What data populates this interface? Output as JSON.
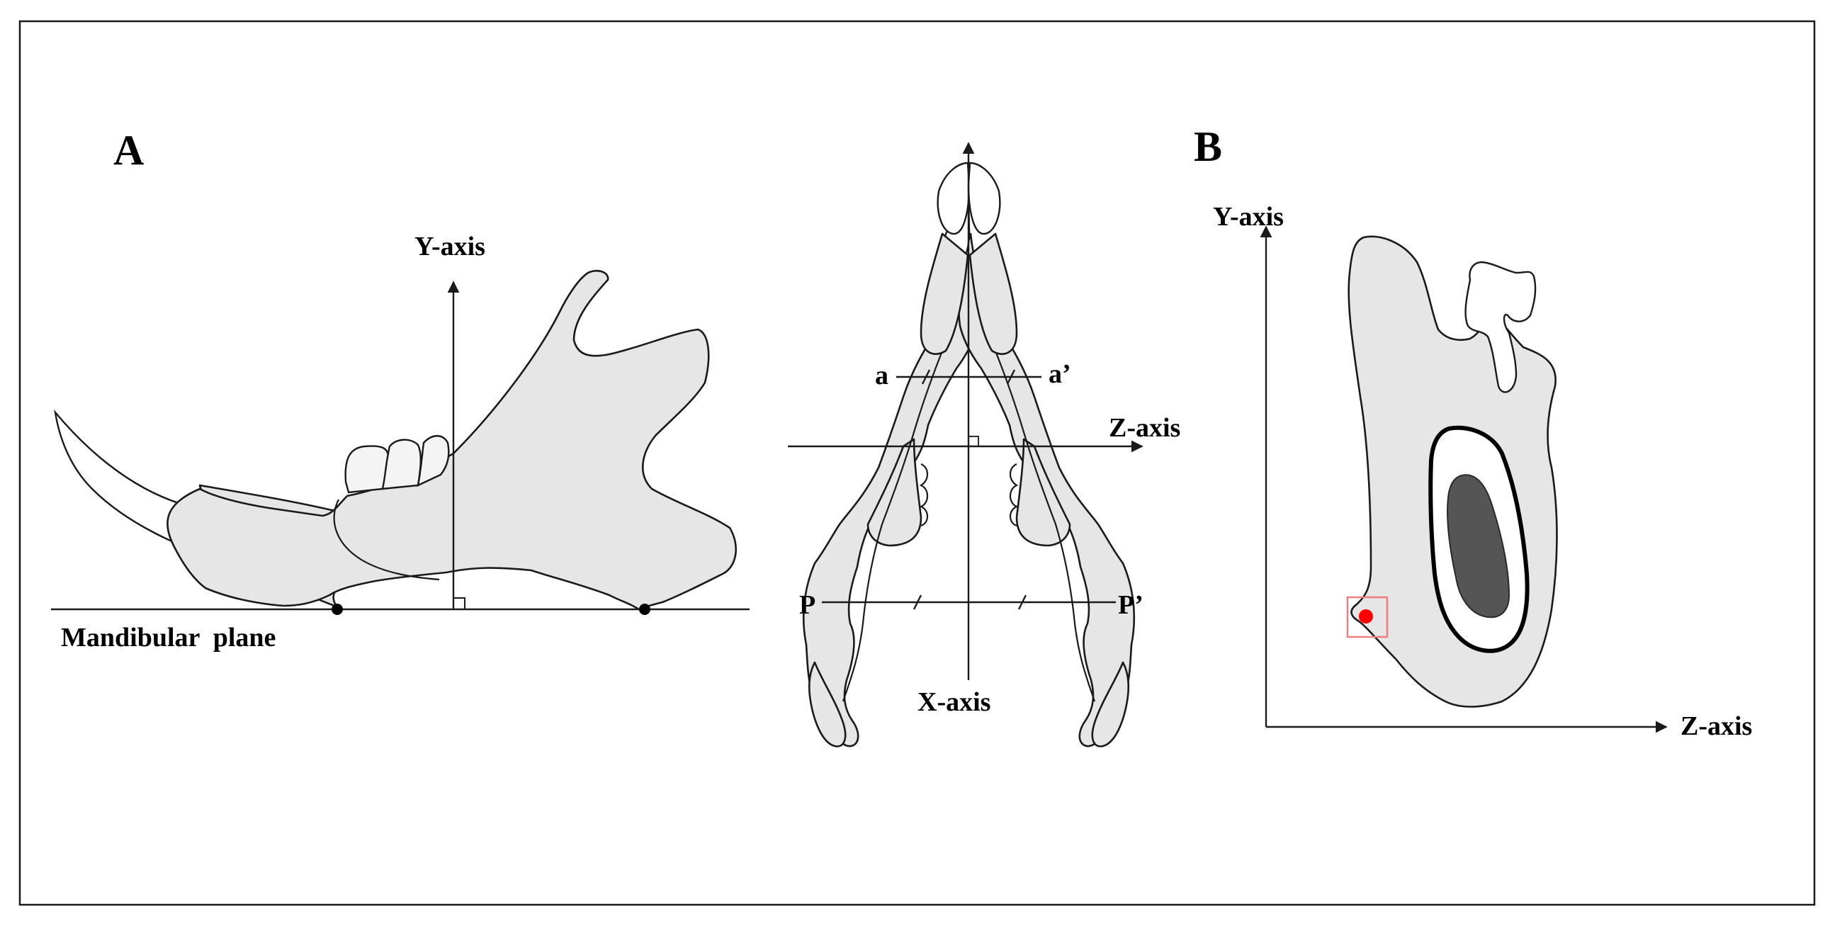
{
  "panels": {
    "A": {
      "letter": "A",
      "y_axis_label": "Y-axis",
      "plane_label": "Mandibular  plane",
      "z_axis_label": "Z-axis",
      "x_axis_label": "X-axis",
      "point_a": "a",
      "point_a_prime": "a’",
      "point_p": "P",
      "point_p_prime": "P’"
    },
    "B": {
      "letter": "B",
      "y_axis_label": "Y-axis",
      "z_axis_label": "Z-axis"
    }
  },
  "colors": {
    "bone_fill": "#e6e6e6",
    "cortex_dark": "#555555",
    "marker": "#ff0000",
    "highlight_box": "#f08080",
    "frame": "#1a1a1a"
  }
}
